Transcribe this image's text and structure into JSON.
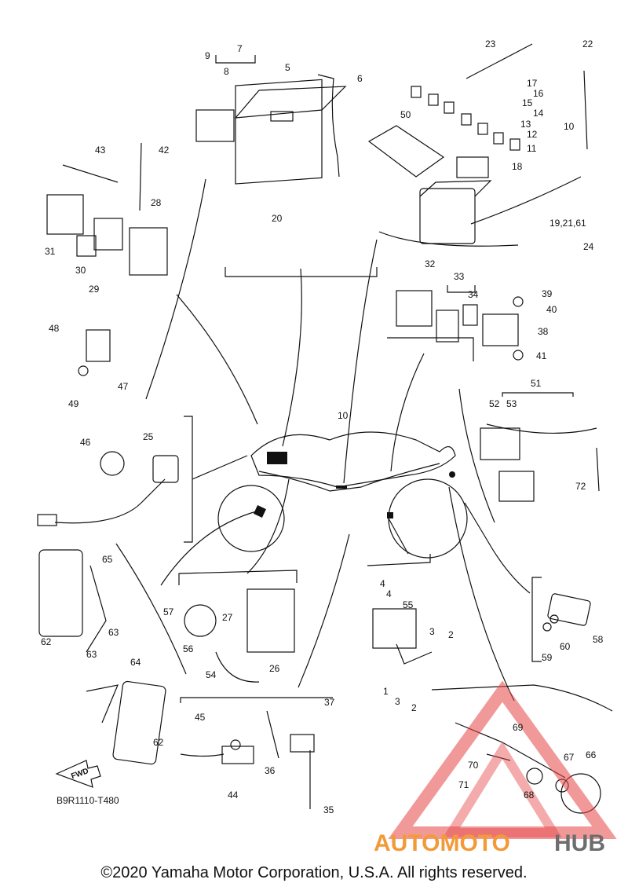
{
  "diagram_code": "B9R1110-T480",
  "fwd_label": "FWD",
  "watermark": {
    "left": "AUTOMOTO",
    "right": "HUB",
    "left_color": "#f29a38",
    "right_color": "#6d6d6d",
    "triangle_color": "#e64545"
  },
  "copyright": "©2020 Yamaha Motor Corporation, U.S.A. All rights reserved.",
  "labels": [
    "1",
    "2",
    "2",
    "3",
    "3",
    "4",
    "4",
    "5",
    "6",
    "7",
    "8",
    "9",
    "10",
    "10",
    "11",
    "12",
    "13",
    "14",
    "15",
    "16",
    "17",
    "18",
    "19,21,61",
    "20",
    "22",
    "23",
    "24",
    "25",
    "26",
    "27",
    "28",
    "29",
    "30",
    "31",
    "32",
    "33",
    "34",
    "35",
    "36",
    "37",
    "38",
    "39",
    "40",
    "41",
    "42",
    "43",
    "44",
    "45",
    "46",
    "47",
    "48",
    "49",
    "50",
    "51",
    "52",
    "53",
    "54",
    "55",
    "56",
    "57",
    "58",
    "59",
    "60",
    "62",
    "62",
    "63",
    "63",
    "64",
    "65",
    "66",
    "67",
    "68",
    "69",
    "70",
    "71",
    "72"
  ]
}
